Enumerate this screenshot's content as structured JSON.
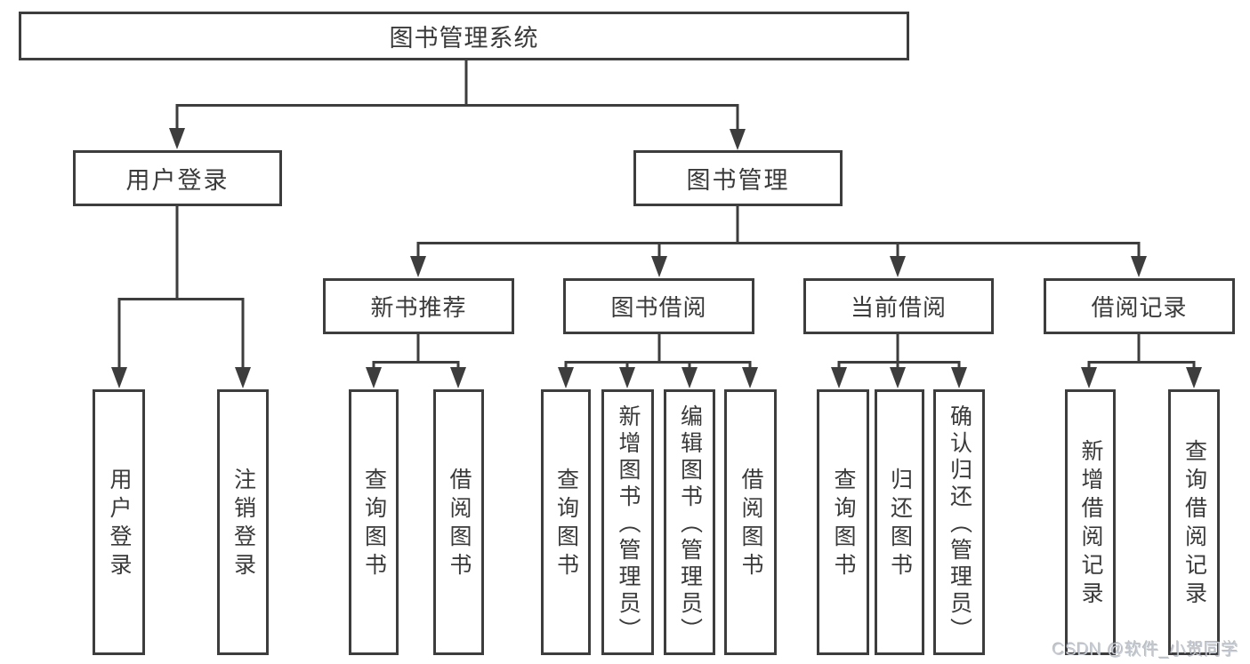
{
  "diagram": {
    "title": "图书管理系统",
    "level2": {
      "user_login": "用户登录",
      "book_management": "图书管理"
    },
    "level3": {
      "new_book_recommendation": "新书推荐",
      "book_borrowing": "图书借阅",
      "current_borrowing": "当前借阅",
      "borrowing_records": "借阅记录"
    },
    "leaves": {
      "user_login": "用户登录",
      "logout": "注销登录",
      "recommend_query_books": "查询图书",
      "recommend_borrow_books": "借阅图书",
      "borrowing_query_books": "查询图书",
      "borrowing_add_books_admin": "新增图书（管理员）",
      "borrowing_edit_books_admin": "编辑图书（管理员）",
      "borrowing_borrow_books": "借阅图书",
      "current_query_books": "查询图书",
      "current_return_books": "归还图书",
      "current_confirm_return_admin": "确认归还（管理员）",
      "records_add_record": "新增借阅记录",
      "records_query_record": "查询借阅记录"
    }
  },
  "watermark": "CSDN @软件_小贺同学",
  "colors": {
    "line": "#3d3d3d",
    "text": "#3a3a3a",
    "box_background": "#ffffff",
    "page_background": "#ffffff",
    "watermark_text": "#c6cbd3"
  }
}
